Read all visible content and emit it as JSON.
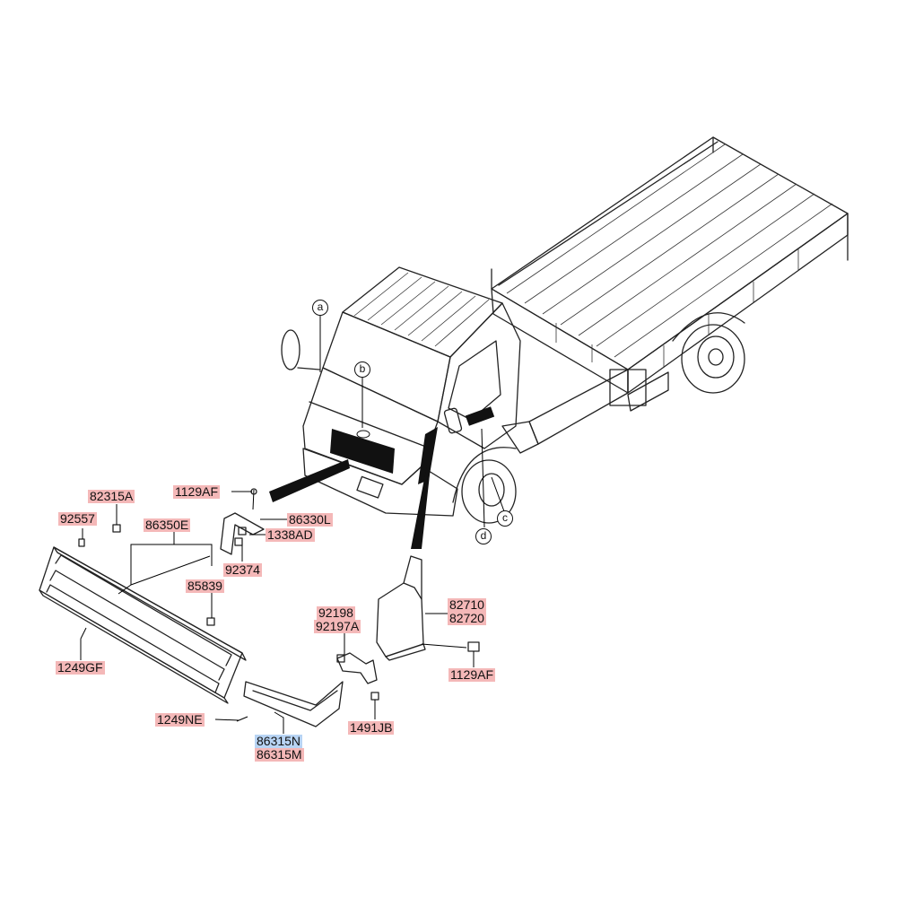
{
  "callouts": [
    "a",
    "b",
    "c",
    "d"
  ],
  "parts": {
    "p82315A": "82315A",
    "p1129AF_top": "1129AF",
    "p92557": "92557",
    "p86350E": "86350E",
    "p86330L": "86330L",
    "p1338AD": "1338AD",
    "p92374": "92374",
    "p85839": "85839",
    "p82710": "82710",
    "p82720": "82720",
    "p92198": "92198",
    "p92197A": "92197A",
    "p1249GF": "1249GF",
    "p1129AF_bottom": "1129AF",
    "p1249NE": "1249NE",
    "p1491JB": "1491JB",
    "p86315N": "86315N",
    "p86315M": "86315M"
  },
  "colors": {
    "label_bg": "#f4b8b8",
    "label_highlight_bg": "#b8d4f4",
    "line": "#222222"
  }
}
